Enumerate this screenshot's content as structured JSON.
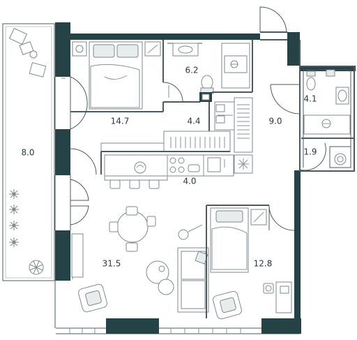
{
  "plan": {
    "rooms": [
      {
        "id": "balcony",
        "area": "8.0"
      },
      {
        "id": "bedroom-1",
        "area": "14.7"
      },
      {
        "id": "bathroom-1",
        "area": "6.2"
      },
      {
        "id": "hall-closet",
        "area": "4.4"
      },
      {
        "id": "entry-hall",
        "area": "9.0"
      },
      {
        "id": "bathroom-2",
        "area": "4.1"
      },
      {
        "id": "storage",
        "area": "1.9"
      },
      {
        "id": "kitchen",
        "area": "4.0"
      },
      {
        "id": "living-room",
        "area": "31.5"
      },
      {
        "id": "bedroom-2",
        "area": "12.8"
      }
    ],
    "colors": {
      "wall": "#254247",
      "line": "#4d5b5e",
      "text": "#2c3a3e"
    }
  }
}
